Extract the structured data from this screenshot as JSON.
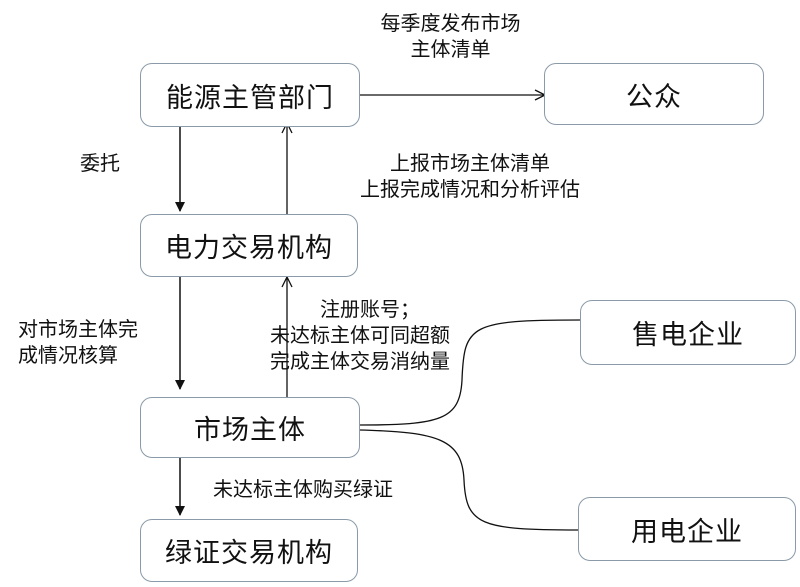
{
  "nodes": {
    "energy_authority": "能源主管部门",
    "public": "公众",
    "power_exchange": "电力交易机构",
    "market_entities": "市场主体",
    "green_cert_exchange": "绿证交易机构",
    "retail_company": "售电企业",
    "consumer_company": "用电企业"
  },
  "edges": {
    "publish_line1": "每季度发布市场",
    "publish_line2": "主体清单",
    "entrust": "委托",
    "report_line1": "上报市场主体清单",
    "report_line2": "上报完成情况和分析评估",
    "accounting_line1": "对市场主体完",
    "accounting_line2": "成情况核算",
    "register_line1": "注册账号；",
    "register_line2": "未达标主体可同超额",
    "register_line3": "完成主体交易消纳量",
    "buy_certs": "未达标主体购买绿证"
  }
}
